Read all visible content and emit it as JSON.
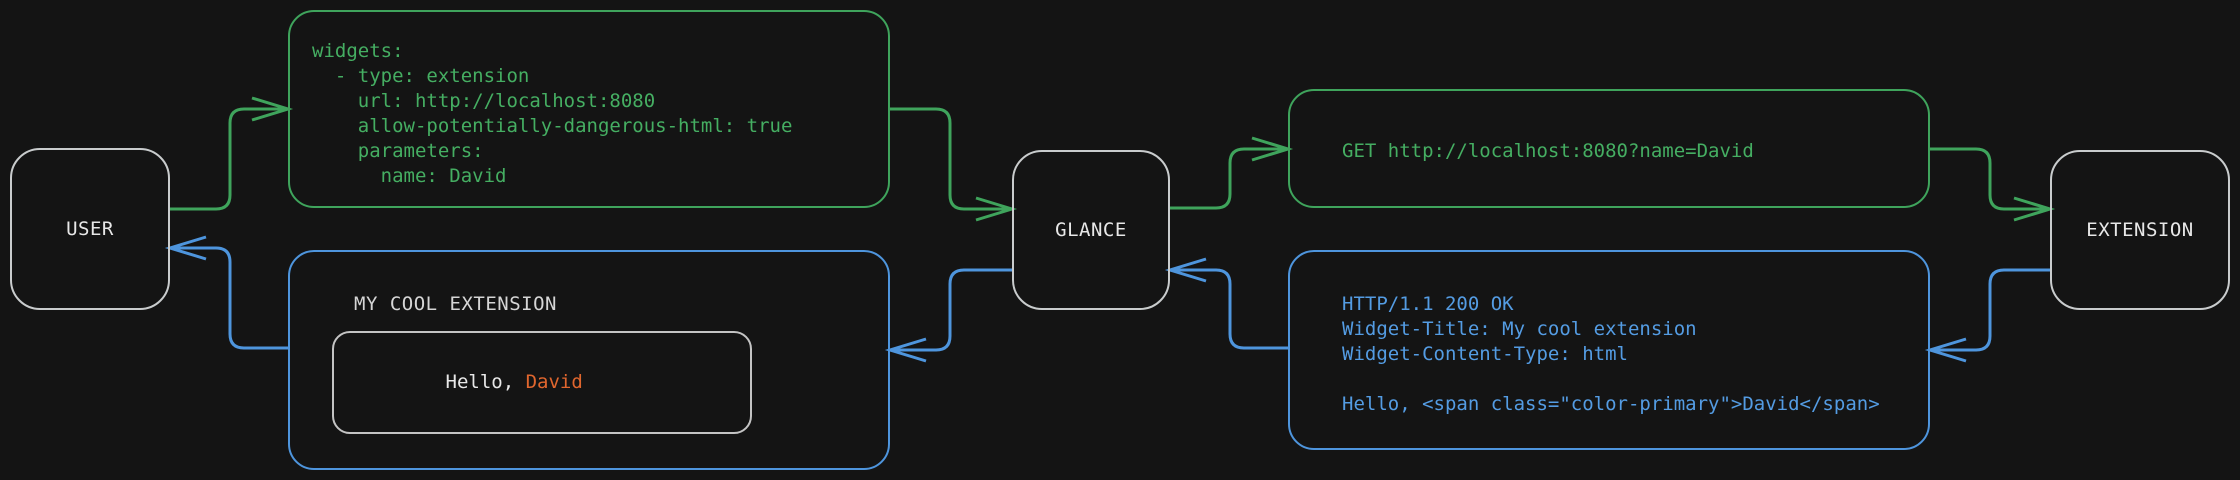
{
  "nodes": {
    "user": {
      "label": "USER"
    },
    "glance": {
      "label": "GLANCE"
    },
    "extension": {
      "label": "EXTENSION"
    }
  },
  "config_box": {
    "code": "widgets:\n  - type: extension\n    url: http://localhost:8080\n    allow-potentially-dangerous-html: true\n    parameters:\n      name: David"
  },
  "request_box": {
    "code": "GET http://localhost:8080?name=David"
  },
  "response_box": {
    "code": "HTTP/1.1 200 OK\nWidget-Title: My cool extension\nWidget-Content-Type: html\n\nHello, <span class=\"color-primary\">David</span>"
  },
  "widget_box": {
    "title": "MY COOL EXTENSION",
    "greeting_prefix": "Hello, ",
    "greeting_name": "David"
  },
  "colors": {
    "background": "#141414",
    "green": "#3fa45c",
    "green_text": "#45ae62",
    "blue": "#4e95dd",
    "blue_text": "#549ce3",
    "orange": "#e0662e",
    "node_border": "#c9cccd",
    "text_white": "#e8e8e8"
  }
}
